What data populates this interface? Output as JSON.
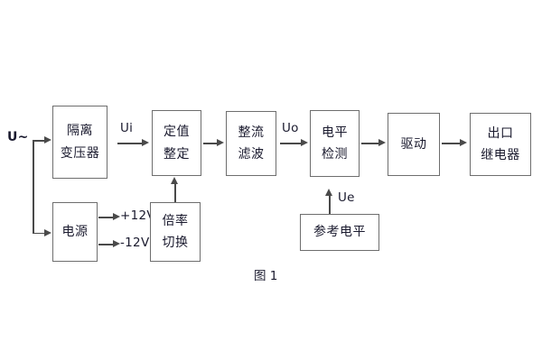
{
  "diagram": {
    "caption": "图 1",
    "input_label": "U~",
    "blocks": {
      "isolation_transformer": {
        "line1": "隔离",
        "line2": "变压器"
      },
      "setting_value": {
        "line1": "定值",
        "line2": "整定"
      },
      "rectify_filter": {
        "line1": "整流",
        "line2": "滤波"
      },
      "level_detect": {
        "line1": "电平",
        "line2": "检测"
      },
      "drive": {
        "line1": "驱动",
        "line2": ""
      },
      "output_relay": {
        "line1": "出口",
        "line2": "继电器"
      },
      "power_supply": {
        "line1": "电源",
        "line2": ""
      },
      "multiplier_switch": {
        "line1": "倍率",
        "line2": "切换"
      },
      "reference_level": {
        "line1": "参考电平",
        "line2": ""
      }
    },
    "signals": {
      "ui": "Ui",
      "uo": "Uo",
      "ue": "Ue",
      "plus12v": "+12V",
      "minus12v": "-12V"
    },
    "colors": {
      "box_border": "#6e6e6e",
      "wire": "#4a4a4a",
      "text": "#1a1a2e",
      "background": "#ffffff"
    }
  }
}
